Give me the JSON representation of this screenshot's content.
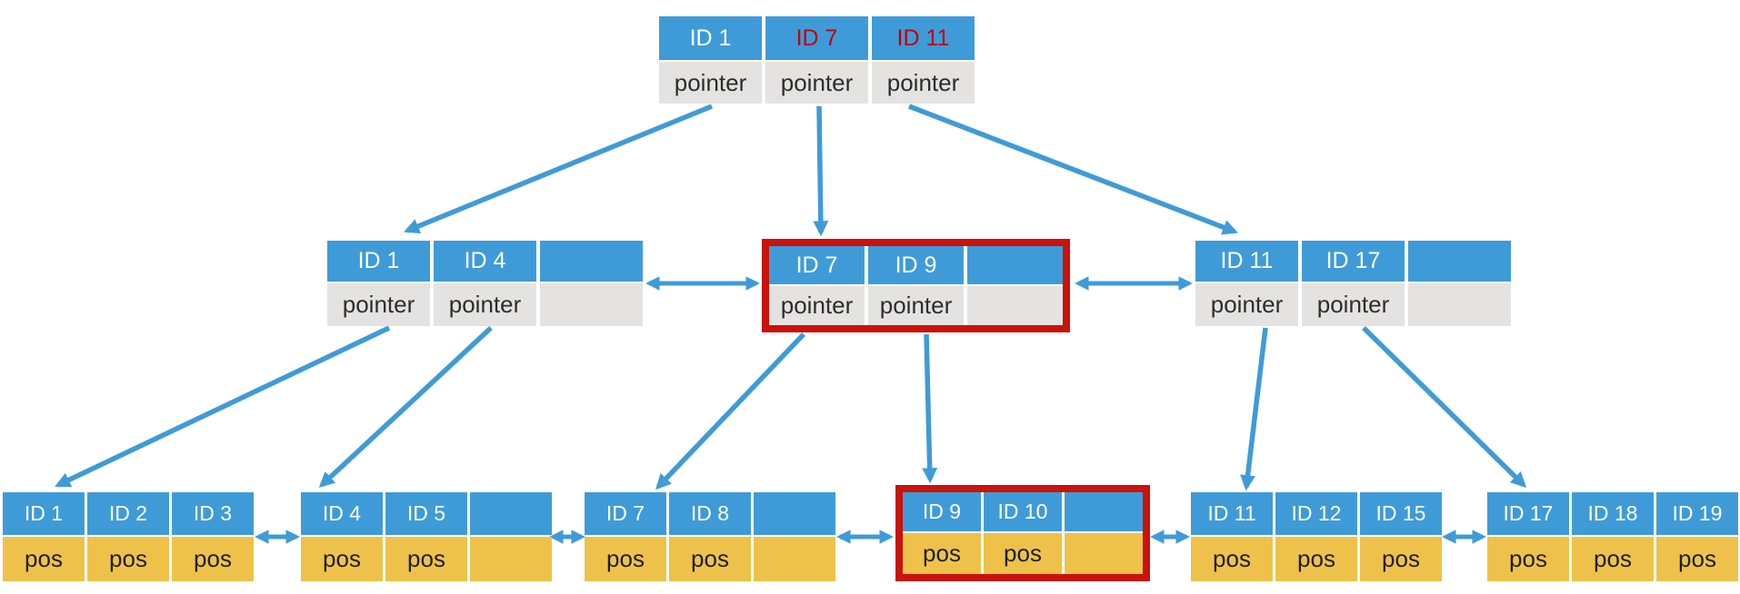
{
  "colors": {
    "node_blue": "#3F9BD8",
    "cell_gray": "#E5E3E1",
    "cell_yellow": "#EEC24A",
    "highlight_red": "#C9130B",
    "key_red_text": "#C00000",
    "key_text_white": "#FFFFFF",
    "label_text_dark": "#2D2D2D",
    "arrow_blue": "#3F9BD8",
    "background": "#FFFFFF"
  },
  "tree": {
    "root": {
      "keys": [
        "ID 1",
        "ID 7",
        "ID 11"
      ],
      "pointers": [
        "pointer",
        "pointer",
        "pointer"
      ],
      "red_highlighted_keys": [
        "ID 7",
        "ID 11"
      ]
    },
    "internal_nodes": [
      {
        "keys": [
          "ID 1",
          "ID 4",
          ""
        ],
        "pointers": [
          "pointer",
          "pointer",
          ""
        ],
        "highlighted": false
      },
      {
        "keys": [
          "ID 7",
          "ID 9",
          ""
        ],
        "pointers": [
          "pointer",
          "pointer",
          ""
        ],
        "highlighted": true
      },
      {
        "keys": [
          "ID 11",
          "ID 17",
          ""
        ],
        "pointers": [
          "pointer",
          "pointer",
          ""
        ],
        "highlighted": false
      }
    ],
    "leaf_nodes": [
      {
        "keys": [
          "ID 1",
          "ID 2",
          "ID 3"
        ],
        "values": [
          "pos",
          "pos",
          "pos"
        ],
        "highlighted": false
      },
      {
        "keys": [
          "ID 4",
          "ID 5",
          ""
        ],
        "values": [
          "pos",
          "pos",
          ""
        ],
        "highlighted": false
      },
      {
        "keys": [
          "ID 7",
          "ID 8",
          ""
        ],
        "values": [
          "pos",
          "pos",
          ""
        ],
        "highlighted": false
      },
      {
        "keys": [
          "ID 9",
          "ID 10",
          ""
        ],
        "values": [
          "pos",
          "pos",
          ""
        ],
        "highlighted": true
      },
      {
        "keys": [
          "ID 11",
          "ID 12",
          "ID 15"
        ],
        "values": [
          "pos",
          "pos",
          "pos"
        ],
        "highlighted": false
      },
      {
        "keys": [
          "ID 17",
          "ID 18",
          "ID 19"
        ],
        "values": [
          "pos",
          "pos",
          "pos"
        ],
        "highlighted": false
      }
    ]
  }
}
